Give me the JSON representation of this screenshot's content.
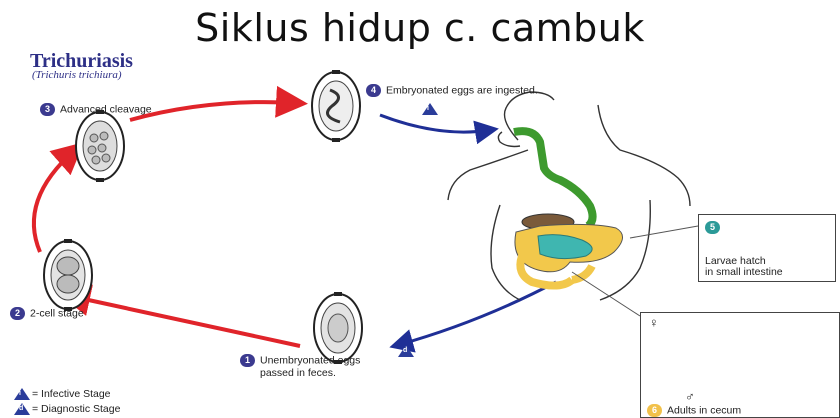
{
  "slide_title": "Siklus hidup c. cambuk",
  "diagram": {
    "title": "Trichuriasis",
    "subtitle": "(Trichuris trichiura)",
    "stages": [
      {
        "num": "1",
        "text_line1": "Unembryonated eggs",
        "text_line2": "passed in feces."
      },
      {
        "num": "2",
        "text": "2-cell stage"
      },
      {
        "num": "3",
        "text": "Advanced cleavage"
      },
      {
        "num": "4",
        "text": "Embryonated eggs are ingested."
      },
      {
        "num": "5",
        "text_line1": "Larvae hatch",
        "text_line2": "in small intestine"
      },
      {
        "num": "6",
        "text": "Adults in cecum"
      }
    ],
    "stage_markers": {
      "infective": "i",
      "diagnostic": "d"
    },
    "sex_symbols": {
      "female": "♀",
      "male": "♂"
    },
    "legend": [
      {
        "symbol": "i",
        "text": "= Infective Stage"
      },
      {
        "symbol": "d",
        "text": "= Diagnostic Stage"
      }
    ]
  },
  "colors": {
    "accent": "#2d2f86",
    "red_arrow": "#e0242a",
    "blue_arrow": "#1f2f96",
    "gut_green": "#3d9a2e",
    "colon_yellow": "#f2c84b"
  }
}
